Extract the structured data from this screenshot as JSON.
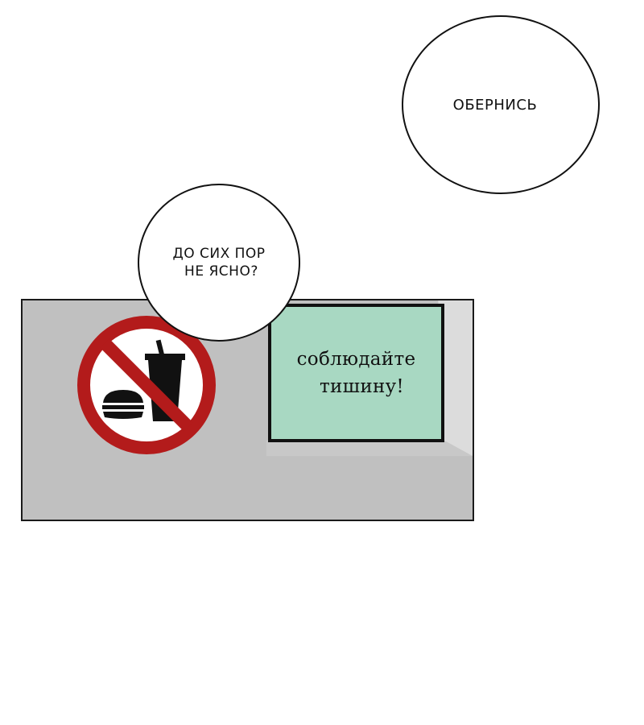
{
  "speech_bubbles": {
    "top": {
      "text": "ОБЕРНИСЬ"
    },
    "middle": {
      "line1": "ДО СИХ ПОР",
      "line2": " НЕ ЯСНО?"
    }
  },
  "wall_sign": {
    "line1": "соблюдайте",
    "line2": "тишину!"
  },
  "no_food_sign": {
    "icon": "no-food-and-drink-icon"
  },
  "colors": {
    "wall": "#c0c0c0",
    "wall_light": "#dcdcdc",
    "sign_background": "#a8d8c2",
    "prohibition_red": "#b31b1b",
    "outline": "#111111"
  }
}
